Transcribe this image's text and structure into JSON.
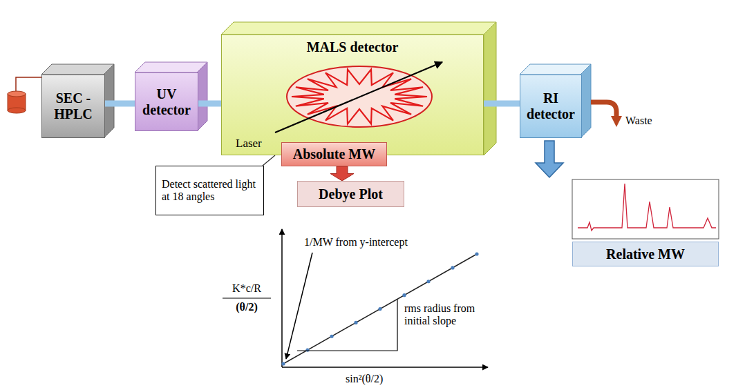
{
  "diagram": {
    "nodes": [
      {
        "text": [
          "SEC -HPLC"
        ]
      },
      {
        "text": [
          "UV detector"
        ]
      },
      {
        "text": [
          "MALS detector",
          "Laser"
        ]
      },
      {
        "text": [
          "RI detector"
        ]
      },
      {
        "text": [
          "Absolute MW"
        ]
      },
      {
        "text": [
          "Debye Plot"
        ]
      },
      {
        "text": [
          "Detect scattered light at 18 angles"
        ]
      },
      {
        "text": [
          "Relative MW"
        ]
      }
    ],
    "edges": [
      {
        "from": 0,
        "to": 1,
        "arrow": "none"
      },
      {
        "from": 1,
        "to": 2,
        "arrow": "none"
      },
      {
        "from": 2,
        "to": 3,
        "arrow": "none"
      },
      {
        "from": 4,
        "to": 5,
        "arrow": "to"
      },
      {
        "from": 6,
        "to": 2,
        "arrow": "none"
      }
    ],
    "labels": [
      "Waste",
      "1/MW from y-intercept",
      "K*c/R",
      "(θ/2)",
      "rms radius from initial slope",
      "sin²(θ/2)"
    ]
  }
}
